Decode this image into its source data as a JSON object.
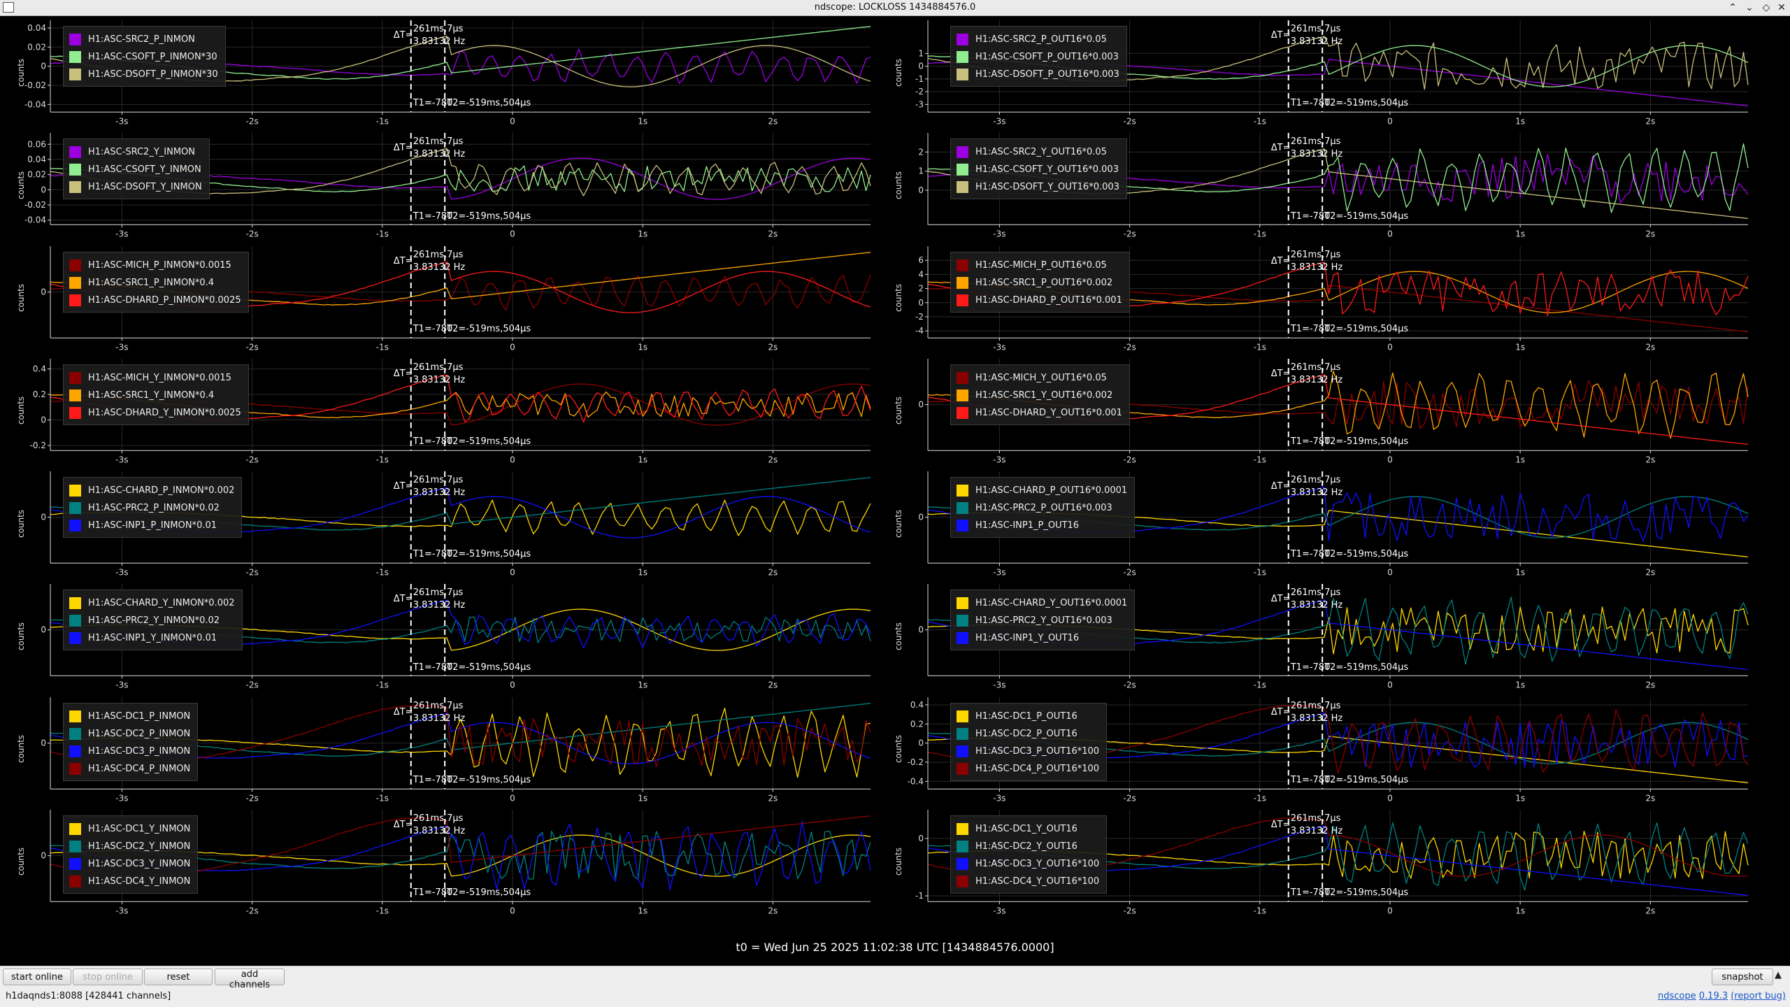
{
  "window": {
    "title": "ndscope: LOCKLOSS 1434884576.0"
  },
  "ylabel": "counts",
  "time_axis": {
    "ticks": [
      -3,
      -2,
      -1,
      0,
      1,
      2
    ],
    "labels": [
      "-3s",
      "-2s",
      "-1s",
      "0",
      "1s",
      "2s"
    ],
    "xlim": [
      -3.55,
      2.75
    ]
  },
  "cursors": {
    "t1": -0.78,
    "t2": -0.52,
    "delta": "261ms,7µs",
    "freq": "3.83132 Hz",
    "t1_label": "T1=-780",
    "t2_label": "T2=-519ms,504µs",
    "delta_prefix": "ΔT="
  },
  "colors": {
    "purple": "#9c00e0",
    "lightgreen": "#90ee90",
    "khaki": "#c8c07c",
    "darkred": "#8b0000",
    "orange": "#ffa500",
    "red": "#ff1a1a",
    "gold": "#ffd700",
    "teal": "#008080",
    "blue": "#1010ff",
    "axis": "#dddddd",
    "grid": "#2a2a2a"
  },
  "panels": [
    {
      "ylim": [
        -0.048,
        0.048
      ],
      "yticks": [
        -0.04,
        -0.02,
        0,
        0.02,
        0.04
      ],
      "ytick_labels": [
        "-0.04",
        "-0.02",
        "0",
        "0.02",
        "0.04"
      ],
      "legend": [
        {
          "label": "H1:ASC-SRC2_P_INMON",
          "color": "#9c00e0"
        },
        {
          "label": "H1:ASC-CSOFT_P_INMON*30",
          "color": "#90ee90"
        },
        {
          "label": "H1:ASC-DSOFT_P_INMON*30",
          "color": "#c8c07c"
        }
      ]
    },
    {
      "ylim": [
        -3.6,
        3.6
      ],
      "yticks": [
        -3,
        -2,
        -1,
        0,
        1
      ],
      "ytick_labels": [
        "-3",
        "-2",
        "-1",
        "0",
        "1"
      ],
      "legend": [
        {
          "label": "H1:ASC-SRC2_P_OUT16*0.05",
          "color": "#9c00e0"
        },
        {
          "label": "H1:ASC-CSOFT_P_OUT16*0.003",
          "color": "#90ee90"
        },
        {
          "label": "H1:ASC-DSOFT_P_OUT16*0.003",
          "color": "#c8c07c"
        }
      ]
    },
    {
      "ylim": [
        -0.046,
        0.075
      ],
      "yticks": [
        -0.04,
        -0.02,
        0,
        0.02,
        0.04,
        0.06
      ],
      "ytick_labels": [
        "-0.04",
        "-0.02",
        "0",
        "0.02",
        "0.04",
        "0.06"
      ],
      "legend": [
        {
          "label": "H1:ASC-SRC2_Y_INMON",
          "color": "#9c00e0"
        },
        {
          "label": "H1:ASC-CSOFT_Y_INMON",
          "color": "#90ee90"
        },
        {
          "label": "H1:ASC-DSOFT_Y_INMON",
          "color": "#c8c07c"
        }
      ]
    },
    {
      "ylim": [
        -1.8,
        3.0
      ],
      "yticks": [
        0,
        1,
        2
      ],
      "ytick_labels": [
        "0",
        "1",
        "2"
      ],
      "legend": [
        {
          "label": "H1:ASC-SRC2_Y_OUT16*0.05",
          "color": "#9c00e0"
        },
        {
          "label": "H1:ASC-CSOFT_Y_OUT16*0.003",
          "color": "#90ee90"
        },
        {
          "label": "H1:ASC-DSOFT_Y_OUT16*0.003",
          "color": "#c8c07c"
        }
      ]
    },
    {
      "ylim": [
        -1,
        1
      ],
      "yticks": [
        0
      ],
      "ytick_labels": [
        "0"
      ],
      "legend": [
        {
          "label": "H1:ASC-MICH_P_INMON*0.0015",
          "color": "#8b0000"
        },
        {
          "label": "H1:ASC-SRC1_P_INMON*0.4",
          "color": "#ffa500"
        },
        {
          "label": "H1:ASC-DHARD_P_INMON*0.0025",
          "color": "#ff1a1a"
        }
      ]
    },
    {
      "ylim": [
        -5,
        8
      ],
      "yticks": [
        -4,
        -2,
        0,
        2,
        4,
        6
      ],
      "ytick_labels": [
        "-4",
        "-2",
        "0",
        "2",
        "4",
        "6"
      ],
      "legend": [
        {
          "label": "H1:ASC-MICH_P_OUT16*0.05",
          "color": "#8b0000"
        },
        {
          "label": "H1:ASC-SRC1_P_OUT16*0.002",
          "color": "#ffa500"
        },
        {
          "label": "H1:ASC-DHARD_P_OUT16*0.001",
          "color": "#ff1a1a"
        }
      ]
    },
    {
      "ylim": [
        -0.24,
        0.48
      ],
      "yticks": [
        -0.2,
        0,
        0.2,
        0.4
      ],
      "ytick_labels": [
        "-0.2",
        "0",
        "0.2",
        "0.4"
      ],
      "legend": [
        {
          "label": "H1:ASC-MICH_Y_INMON*0.0015",
          "color": "#8b0000"
        },
        {
          "label": "H1:ASC-SRC1_Y_INMON*0.4",
          "color": "#ffa500"
        },
        {
          "label": "H1:ASC-DHARD_Y_INMON*0.0025",
          "color": "#ff1a1a"
        }
      ]
    },
    {
      "ylim": [
        -2,
        2
      ],
      "yticks": [
        0
      ],
      "ytick_labels": [
        "0"
      ],
      "legend": [
        {
          "label": "H1:ASC-MICH_Y_OUT16*0.05",
          "color": "#8b0000"
        },
        {
          "label": "H1:ASC-SRC1_Y_OUT16*0.002",
          "color": "#ffa500"
        },
        {
          "label": "H1:ASC-DHARD_Y_OUT16*0.001",
          "color": "#ff1a1a"
        }
      ]
    },
    {
      "ylim": [
        -1,
        1
      ],
      "yticks": [
        0
      ],
      "ytick_labels": [
        "0"
      ],
      "legend": [
        {
          "label": "H1:ASC-CHARD_P_INMON*0.002",
          "color": "#ffd700"
        },
        {
          "label": "H1:ASC-PRC2_P_INMON*0.02",
          "color": "#008080"
        },
        {
          "label": "H1:ASC-INP1_P_INMON*0.01",
          "color": "#1010ff"
        }
      ]
    },
    {
      "ylim": [
        -1,
        1
      ],
      "yticks": [
        0
      ],
      "ytick_labels": [
        "0"
      ],
      "legend": [
        {
          "label": "H1:ASC-CHARD_P_OUT16*0.0001",
          "color": "#ffd700"
        },
        {
          "label": "H1:ASC-PRC2_P_OUT16*0.003",
          "color": "#008080"
        },
        {
          "label": "H1:ASC-INP1_P_OUT16",
          "color": "#1010ff"
        }
      ]
    },
    {
      "ylim": [
        -1,
        1
      ],
      "yticks": [
        0
      ],
      "ytick_labels": [
        "0"
      ],
      "legend": [
        {
          "label": "H1:ASC-CHARD_Y_INMON*0.002",
          "color": "#ffd700"
        },
        {
          "label": "H1:ASC-PRC2_Y_INMON*0.02",
          "color": "#008080"
        },
        {
          "label": "H1:ASC-INP1_Y_INMON*0.01",
          "color": "#1010ff"
        }
      ]
    },
    {
      "ylim": [
        -1,
        1
      ],
      "yticks": [
        0
      ],
      "ytick_labels": [
        "0"
      ],
      "legend": [
        {
          "label": "H1:ASC-CHARD_Y_OUT16*0.0001",
          "color": "#ffd700"
        },
        {
          "label": "H1:ASC-PRC2_Y_OUT16*0.003",
          "color": "#008080"
        },
        {
          "label": "H1:ASC-INP1_Y_OUT16",
          "color": "#1010ff"
        }
      ]
    },
    {
      "ylim": [
        -0.12,
        0.12
      ],
      "yticks": [
        0
      ],
      "ytick_labels": [
        "0"
      ],
      "legend": [
        {
          "label": "H1:ASC-DC1_P_INMON",
          "color": "#ffd700"
        },
        {
          "label": "H1:ASC-DC2_P_INMON",
          "color": "#008080"
        },
        {
          "label": "H1:ASC-DC3_P_INMON",
          "color": "#1010ff"
        },
        {
          "label": "H1:ASC-DC4_P_INMON",
          "color": "#8b0000"
        }
      ]
    },
    {
      "ylim": [
        -0.48,
        0.48
      ],
      "yticks": [
        -0.4,
        -0.2,
        0,
        0.2,
        0.4
      ],
      "ytick_labels": [
        "-0.4",
        "-0.2",
        "0",
        "0.2",
        "0.4"
      ],
      "legend": [
        {
          "label": "H1:ASC-DC1_P_OUT16",
          "color": "#ffd700"
        },
        {
          "label": "H1:ASC-DC2_P_OUT16",
          "color": "#008080"
        },
        {
          "label": "H1:ASC-DC3_P_OUT16*100",
          "color": "#1010ff"
        },
        {
          "label": "H1:ASC-DC4_P_OUT16*100",
          "color": "#8b0000"
        }
      ]
    },
    {
      "ylim": [
        -0.12,
        0.12
      ],
      "yticks": [
        0
      ],
      "ytick_labels": [
        "0"
      ],
      "legend": [
        {
          "label": "H1:ASC-DC1_Y_INMON",
          "color": "#ffd700"
        },
        {
          "label": "H1:ASC-DC2_Y_INMON",
          "color": "#008080"
        },
        {
          "label": "H1:ASC-DC3_Y_INMON",
          "color": "#1010ff"
        },
        {
          "label": "H1:ASC-DC4_Y_INMON",
          "color": "#8b0000"
        }
      ]
    },
    {
      "ylim": [
        -1.1,
        0.5
      ],
      "yticks": [
        -1,
        0
      ],
      "ytick_labels": [
        "-1",
        "0"
      ],
      "legend": [
        {
          "label": "H1:ASC-DC1_Y_OUT16",
          "color": "#ffd700"
        },
        {
          "label": "H1:ASC-DC2_Y_OUT16",
          "color": "#008080"
        },
        {
          "label": "H1:ASC-DC3_Y_OUT16*100",
          "color": "#1010ff"
        },
        {
          "label": "H1:ASC-DC4_Y_OUT16*100",
          "color": "#8b0000"
        }
      ]
    }
  ],
  "t0_text": "t0 = Wed Jun 25 2025 11:02:38 UTC [1434884576.0000]",
  "toolbar": {
    "start_online": "start online",
    "stop_online": "stop online",
    "reset": "reset",
    "add_channels": "add channels",
    "snapshot": "snapshot"
  },
  "status": {
    "server": "h1daqnds1:8088  [428441 channels]",
    "app_name": "ndscope",
    "version": "0.19.3",
    "report_bug": "(report bug)"
  }
}
